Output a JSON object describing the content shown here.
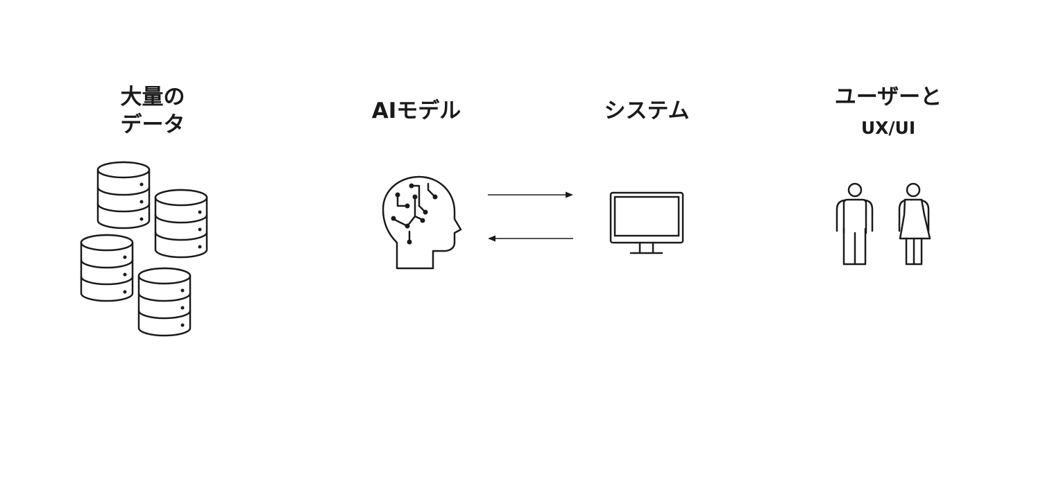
{
  "diagram": {
    "nodes": [
      {
        "id": "data",
        "title": "大量の\nデータ",
        "icon": "database-stack-icon"
      },
      {
        "id": "ai_model",
        "title": "AIモデル",
        "icon": "ai-brain-head-icon"
      },
      {
        "id": "system",
        "title": "システム",
        "icon": "computer-monitor-icon"
      },
      {
        "id": "users",
        "title": "ユーザーと",
        "subtitle": "UX/UI",
        "icon": "male-female-users-icon"
      }
    ],
    "edges": [
      {
        "from": "ai_model",
        "to": "system"
      },
      {
        "from": "system",
        "to": "ai_model"
      }
    ],
    "colors": {
      "ink": "#1a1a1a",
      "background": "#ffffff"
    }
  }
}
